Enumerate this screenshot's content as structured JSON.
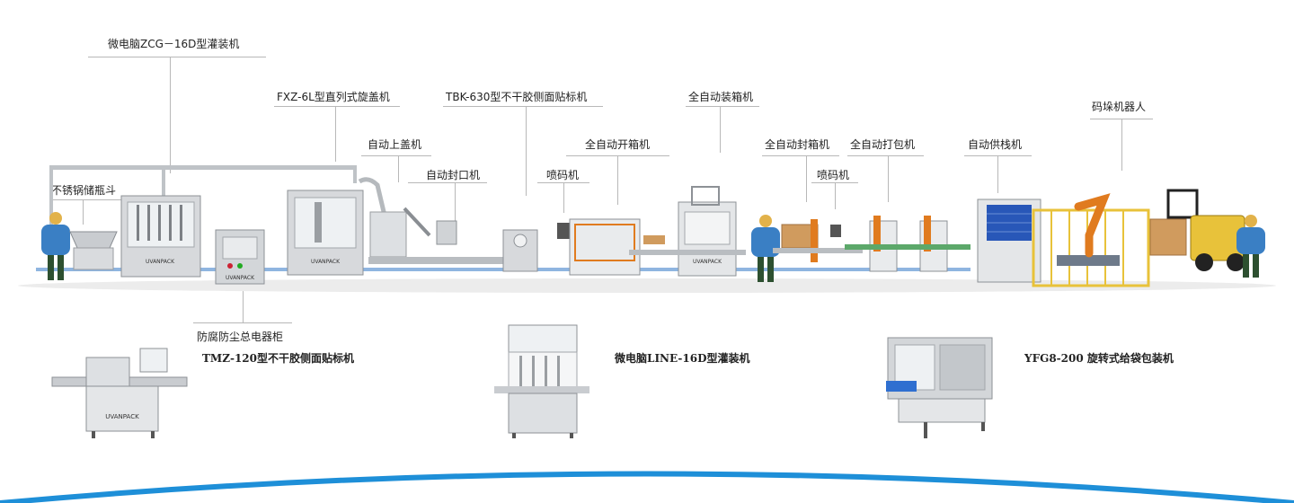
{
  "labels": {
    "filler_16d": "微电脑ZCG－16D型灌装机",
    "hopper": "不锈锅储瓶斗",
    "capper": "FXZ-6L型直列式旋盖机",
    "auto_cap": "自动上盖机",
    "sealer": "自动封口机",
    "tbk_labeler": "TBK-630型不干胶侧面贴标机",
    "jet_printer_1": "喷码机",
    "case_erector": "全自动开箱机",
    "case_packer": "全自动装箱机",
    "case_sealer": "全自动封箱机",
    "jet_printer_2": "喷码机",
    "strapper": "全自动打包机",
    "pallet_dispenser": "自动供栈机",
    "palletizer": "码垛机器人",
    "control_cabinet": "防腐防尘总电器柜"
  },
  "machine_brand": "UVANPACK",
  "products": [
    {
      "label": "TMZ-120型不干胶侧面贴标机"
    },
    {
      "label": "微电脑LINE-16D型灌装机"
    },
    {
      "label": "YFG8-200 旋转式给袋包装机"
    }
  ],
  "colors": {
    "arc": "#1e8fd8",
    "worker": "#3a7fc4",
    "robot": "#e07b1f",
    "guard": "#e8c23a",
    "steel": "#c9ccd0"
  }
}
